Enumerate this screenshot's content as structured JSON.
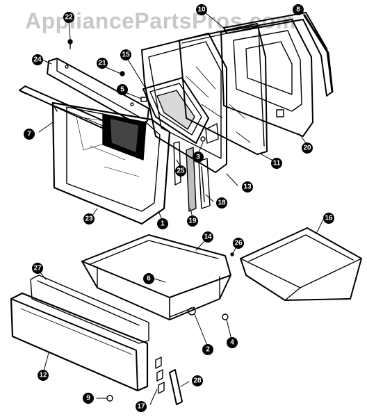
{
  "watermark": "AppliancePartsPros.com",
  "callouts": [
    {
      "id": "c1",
      "label": "1"
    },
    {
      "id": "c2",
      "label": "2"
    },
    {
      "id": "c3",
      "label": "3"
    },
    {
      "id": "c4",
      "label": "4"
    },
    {
      "id": "c5",
      "label": "5"
    },
    {
      "id": "c6",
      "label": "6"
    },
    {
      "id": "c7",
      "label": "7"
    },
    {
      "id": "c8",
      "label": "8"
    },
    {
      "id": "c9",
      "label": "9"
    },
    {
      "id": "c10",
      "label": "10"
    },
    {
      "id": "c11",
      "label": "11"
    },
    {
      "id": "c12",
      "label": "12"
    },
    {
      "id": "c13",
      "label": "13"
    },
    {
      "id": "c14",
      "label": "14"
    },
    {
      "id": "c15",
      "label": "15"
    },
    {
      "id": "c16",
      "label": "16"
    },
    {
      "id": "c17",
      "label": "17"
    },
    {
      "id": "c18",
      "label": "18"
    },
    {
      "id": "c19",
      "label": "19"
    },
    {
      "id": "c20",
      "label": "20"
    },
    {
      "id": "c21",
      "label": "21"
    },
    {
      "id": "c22",
      "label": "22"
    },
    {
      "id": "c23",
      "label": "23"
    },
    {
      "id": "c24",
      "label": "24"
    },
    {
      "id": "c25",
      "label": "25"
    },
    {
      "id": "c26",
      "label": "26"
    },
    {
      "id": "c27",
      "label": "27"
    },
    {
      "id": "c28",
      "label": "28"
    }
  ]
}
